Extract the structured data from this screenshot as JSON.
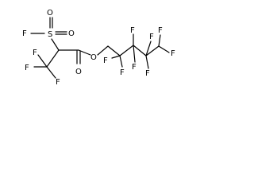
{
  "molecule": {
    "atom_labels": {
      "f_sulfonyl": "F",
      "s": "S",
      "o_sulfonyl_top": "O",
      "o_sulfonyl_right": "O",
      "f_cf3_top": "F",
      "f_cf3_left": "F",
      "f_cf3_bottom": "F",
      "o_carbonyl": "O",
      "o_ester": "O",
      "f_c2_bottom": "F",
      "f_c2_left": "F",
      "f_c3_top": "F",
      "f_c3_bottom": "F",
      "f_c4_top": "F",
      "f_c4_bottom": "F",
      "f_c5_top": "F",
      "f_c5_right": "F"
    }
  }
}
